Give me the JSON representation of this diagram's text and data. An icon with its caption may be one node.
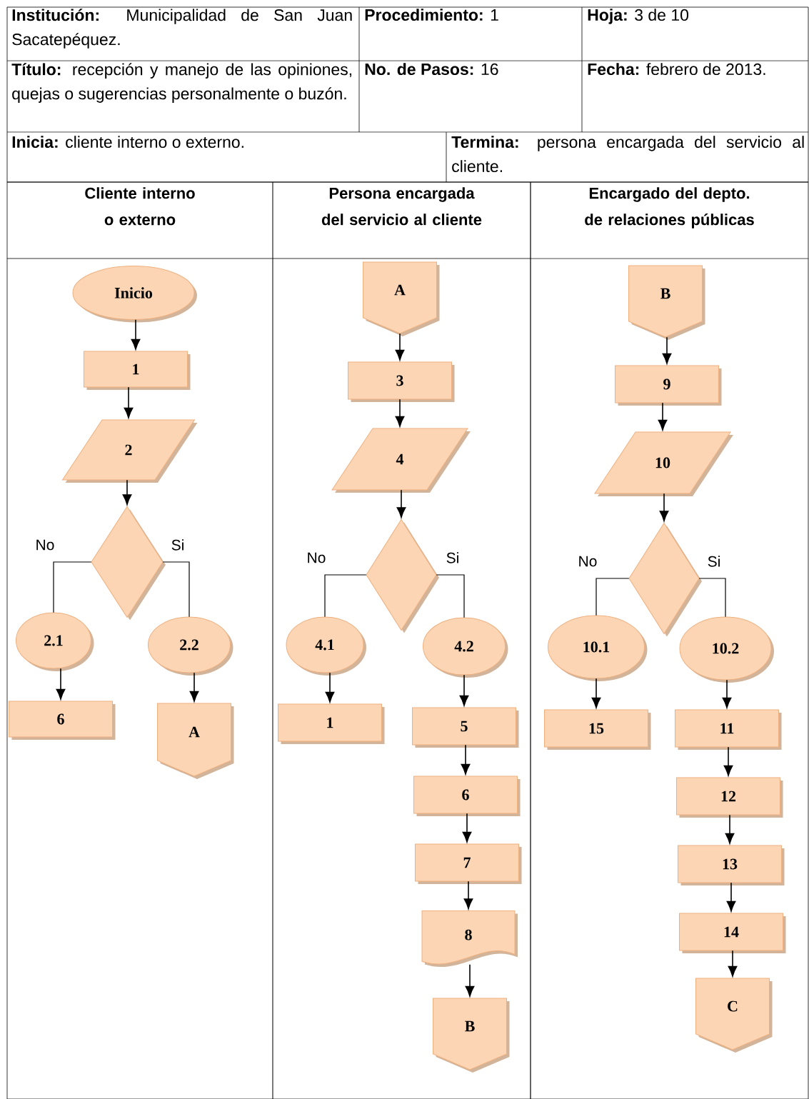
{
  "diagram": {
    "nodes": [
      {
        "text": [
          "Cliente interno o externo"
        ]
      },
      {
        "text": [
          "Persona encargada del servicio al cliente"
        ]
      },
      {
        "text": [
          "Encargado del depto. de relaciones públicas"
        ]
      },
      {
        "text": [
          "Inicio"
        ],
        "in": 0
      },
      {
        "text": [
          "1"
        ],
        "in": 0
      },
      {
        "text": [
          "2"
        ],
        "in": 0
      },
      {
        "text": [],
        "shape": "diamond",
        "in": 0
      },
      {
        "text": [
          "2.1"
        ],
        "in": 0
      },
      {
        "text": [
          "2.2"
        ],
        "in": 0
      },
      {
        "text": [
          "6"
        ],
        "in": 0
      },
      {
        "text": [
          "A"
        ],
        "in": 0
      },
      {
        "text": [
          "A"
        ],
        "in": 1
      },
      {
        "text": [
          "3"
        ],
        "in": 1
      },
      {
        "text": [
          "4"
        ],
        "in": 1
      },
      {
        "text": [],
        "shape": "diamond",
        "in": 1
      },
      {
        "text": [
          "4.1"
        ],
        "in": 1
      },
      {
        "text": [
          "4.2"
        ],
        "in": 1
      },
      {
        "text": [
          "1"
        ],
        "in": 1
      },
      {
        "text": [
          "5"
        ],
        "in": 1
      },
      {
        "text": [
          "6"
        ],
        "in": 1
      },
      {
        "text": [
          "7"
        ],
        "in": 1
      },
      {
        "text": [
          "8"
        ],
        "in": 1
      },
      {
        "text": [
          "B"
        ],
        "in": 1
      },
      {
        "text": [
          "B"
        ],
        "in": 2
      },
      {
        "text": [
          "9"
        ],
        "in": 2
      },
      {
        "text": [
          "10"
        ],
        "in": 2
      },
      {
        "text": [],
        "shape": "diamond",
        "in": 2
      },
      {
        "text": [
          "10.1"
        ],
        "in": 2
      },
      {
        "text": [
          "10.2"
        ],
        "in": 2
      },
      {
        "text": [
          "15"
        ],
        "in": 2
      },
      {
        "text": [
          "11"
        ],
        "in": 2
      },
      {
        "text": [
          "12"
        ],
        "in": 2
      },
      {
        "text": [
          "13"
        ],
        "in": 2
      },
      {
        "text": [
          "14"
        ],
        "in": 2
      },
      {
        "text": [
          "C"
        ],
        "in": 2
      }
    ],
    "edges": [
      {
        "from": 3,
        "to": 4,
        "arrow": "to"
      },
      {
        "from": 4,
        "to": 5,
        "arrow": "to"
      },
      {
        "from": 5,
        "to": 6,
        "arrow": "to"
      },
      {
        "from": 6,
        "to": 7,
        "arrow": "none",
        "label": "No"
      },
      {
        "from": 6,
        "to": 8,
        "arrow": "none",
        "label": "Si"
      },
      {
        "from": 7,
        "to": 9,
        "arrow": "to"
      },
      {
        "from": 8,
        "to": 10,
        "arrow": "to"
      },
      {
        "from": 11,
        "to": 12,
        "arrow": "to"
      },
      {
        "from": 12,
        "to": 13,
        "arrow": "to"
      },
      {
        "from": 13,
        "to": 14,
        "arrow": "to"
      },
      {
        "from": 14,
        "to": 15,
        "arrow": "none",
        "label": "No"
      },
      {
        "from": 14,
        "to": 16,
        "arrow": "none",
        "label": "Si"
      },
      {
        "from": 15,
        "to": 17,
        "arrow": "to"
      },
      {
        "from": 16,
        "to": 18,
        "arrow": "to"
      },
      {
        "from": 18,
        "to": 19,
        "arrow": "to"
      },
      {
        "from": 19,
        "to": 20,
        "arrow": "to"
      },
      {
        "from": 20,
        "to": 21,
        "arrow": "to"
      },
      {
        "from": 21,
        "to": 22,
        "arrow": "to"
      },
      {
        "from": 23,
        "to": 24,
        "arrow": "to"
      },
      {
        "from": 24,
        "to": 25,
        "arrow": "to"
      },
      {
        "from": 25,
        "to": 26,
        "arrow": "to"
      },
      {
        "from": 26,
        "to": 27,
        "arrow": "none",
        "label": "No"
      },
      {
        "from": 26,
        "to": 28,
        "arrow": "none",
        "label": "Si"
      },
      {
        "from": 27,
        "to": 29,
        "arrow": "to"
      },
      {
        "from": 28,
        "to": 30,
        "arrow": "to"
      },
      {
        "from": 30,
        "to": 31,
        "arrow": "to"
      },
      {
        "from": 31,
        "to": 32,
        "arrow": "to"
      },
      {
        "from": 32,
        "to": 33,
        "arrow": "to"
      },
      {
        "from": 33,
        "to": 34,
        "arrow": "to"
      }
    ],
    "labels": [
      "**Institución:** Municipalidad de San Juan Sacatepéquez.",
      "**Procedimiento:** 1",
      "**Hoja:** 3 de 10",
      "**Título:** recepción y manejo de las opiniones, quejas o sugerencias personalmente o buzón.",
      "**No. de Pasos:** 16",
      "**Fecha:** febrero de 2013.",
      "**Inicia:** cliente interno o externo.",
      "**Termina:** persona encargada del servicio al cliente."
    ]
  }
}
